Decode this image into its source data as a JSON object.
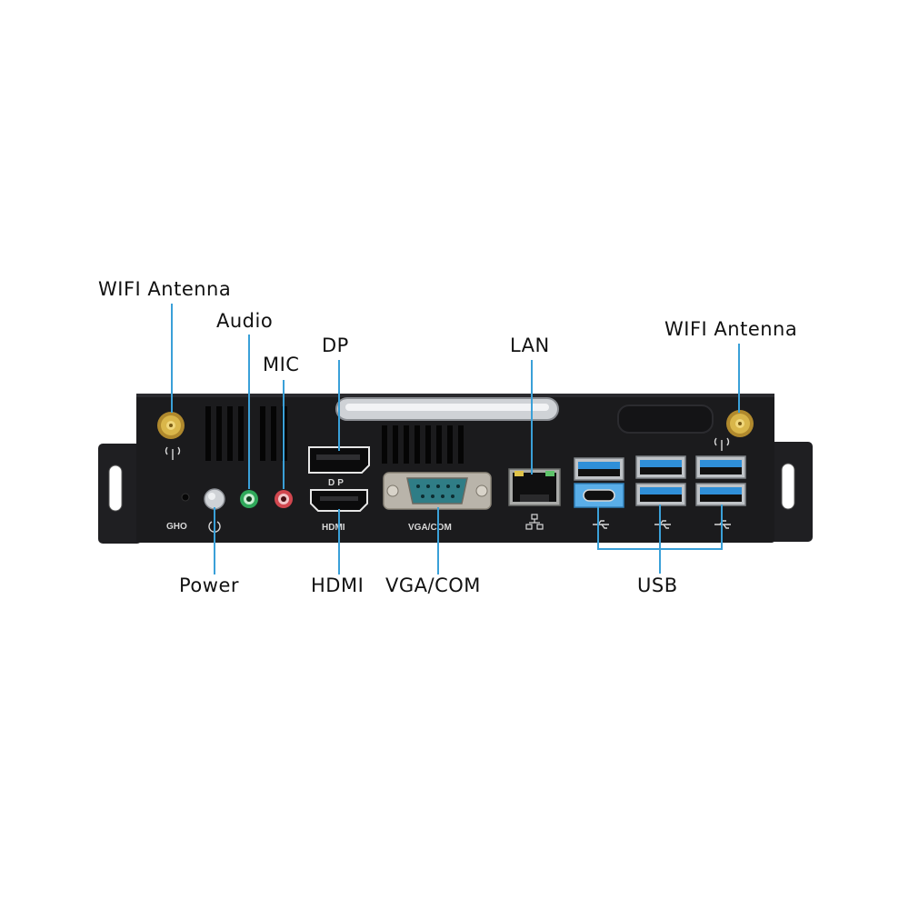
{
  "callouts": {
    "wifi_left": "WIFI Antenna",
    "audio": "Audio",
    "mic": "MIC",
    "dp": "DP",
    "lan": "LAN",
    "wifi_right": "WIFI Antenna",
    "power": "Power",
    "hdmi": "HDMI",
    "vga_com": "VGA/COM",
    "usb": "USB"
  },
  "panel_markings": {
    "gho": "GHO",
    "dp": "DP",
    "hdmi": "HDMI",
    "vga_com": "VGA/COM"
  },
  "colors": {
    "leader": "#3aa0d8",
    "chassis": "#1b1b1d",
    "usb_blue": "#2f8fd8",
    "audio_green": "#2fa85a",
    "mic_red": "#d2474f",
    "antenna_gold": "#c8a23a"
  }
}
